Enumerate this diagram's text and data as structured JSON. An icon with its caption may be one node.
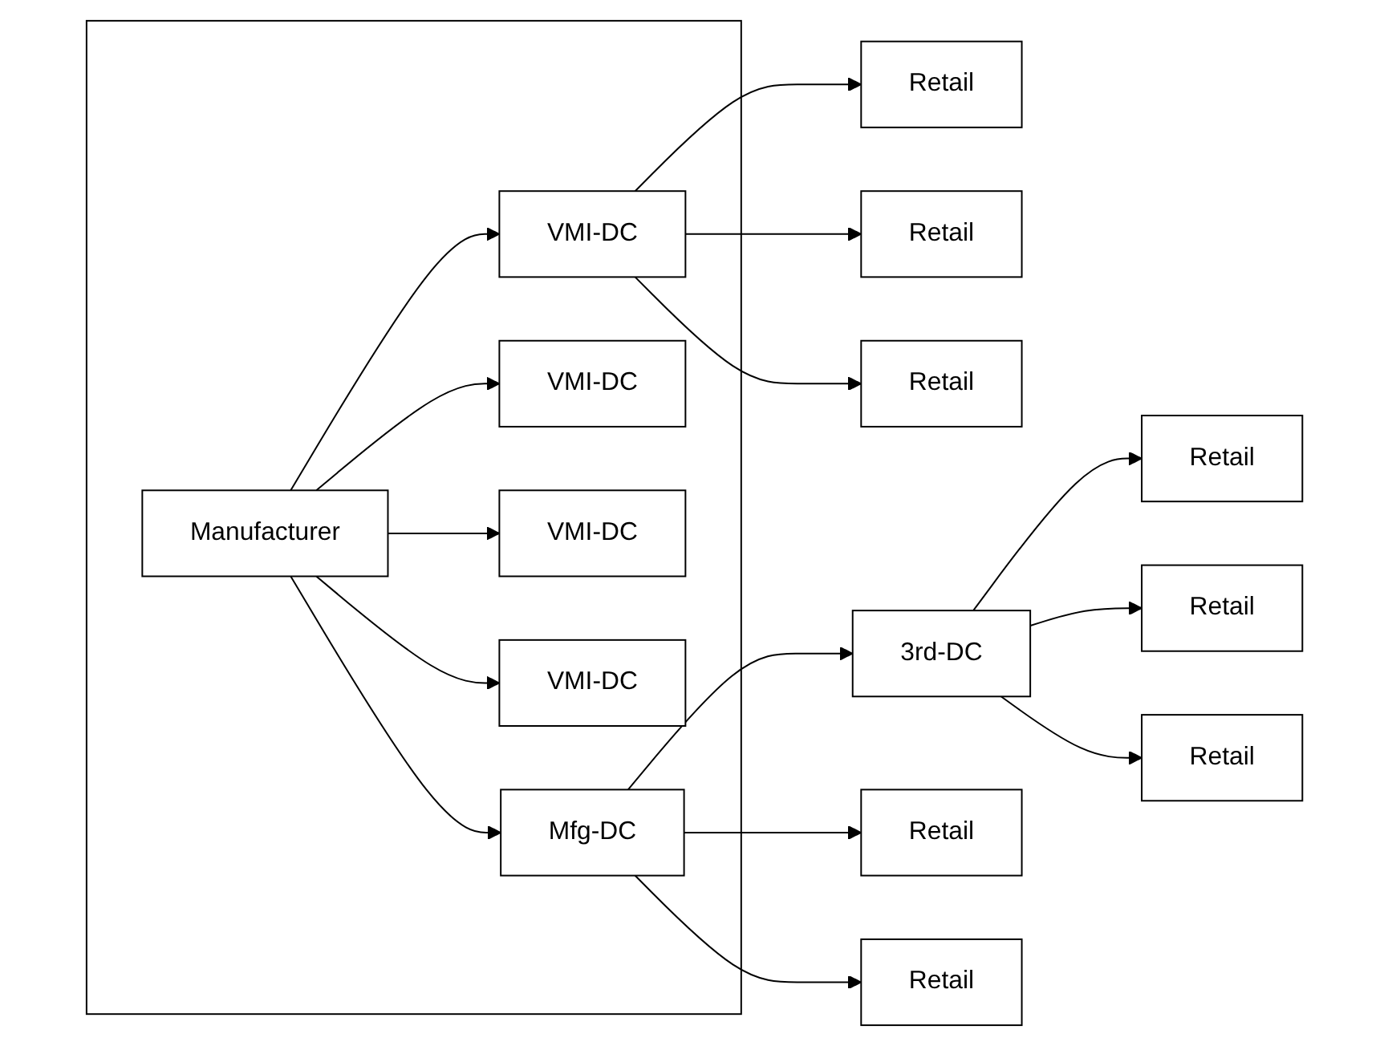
{
  "diagram": {
    "nodes": [
      {
        "text": [],
        "shape": "box"
      },
      {
        "text": [
          "Manufacturer"
        ],
        "in": 0
      },
      {
        "text": [
          "VMI-DC"
        ],
        "in": 0
      },
      {
        "text": [
          "VMI-DC"
        ],
        "in": 0
      },
      {
        "text": [
          "VMI-DC"
        ],
        "in": 0
      },
      {
        "text": [
          "VMI-DC"
        ],
        "in": 0
      },
      {
        "text": [
          "Mfg-DC"
        ],
        "in": 0
      },
      {
        "text": [
          "Retail"
        ]
      },
      {
        "text": [
          "Retail"
        ]
      },
      {
        "text": [
          "Retail"
        ]
      },
      {
        "text": [
          "3rd-DC"
        ]
      },
      {
        "text": [
          "Retail"
        ]
      },
      {
        "text": [
          "Retail"
        ]
      },
      {
        "text": [
          "Retail"
        ]
      },
      {
        "text": [
          "Retail"
        ]
      },
      {
        "text": [
          "Retail"
        ]
      }
    ],
    "edges": [
      {
        "from": 1,
        "to": 2,
        "arrow": "to"
      },
      {
        "from": 1,
        "to": 3,
        "arrow": "to"
      },
      {
        "from": 1,
        "to": 4,
        "arrow": "to"
      },
      {
        "from": 1,
        "to": 5,
        "arrow": "to"
      },
      {
        "from": 1,
        "to": 6,
        "arrow": "to"
      },
      {
        "from": 2,
        "to": 7,
        "arrow": "to"
      },
      {
        "from": 2,
        "to": 8,
        "arrow": "to"
      },
      {
        "from": 2,
        "to": 9,
        "arrow": "to"
      },
      {
        "from": 6,
        "to": 10,
        "arrow": "to"
      },
      {
        "from": 6,
        "to": 14,
        "arrow": "to"
      },
      {
        "from": 6,
        "to": 15,
        "arrow": "to"
      },
      {
        "from": 10,
        "to": 11,
        "arrow": "to"
      },
      {
        "from": 10,
        "to": 12,
        "arrow": "to"
      },
      {
        "from": 10,
        "to": 13,
        "arrow": "to"
      }
    ]
  }
}
